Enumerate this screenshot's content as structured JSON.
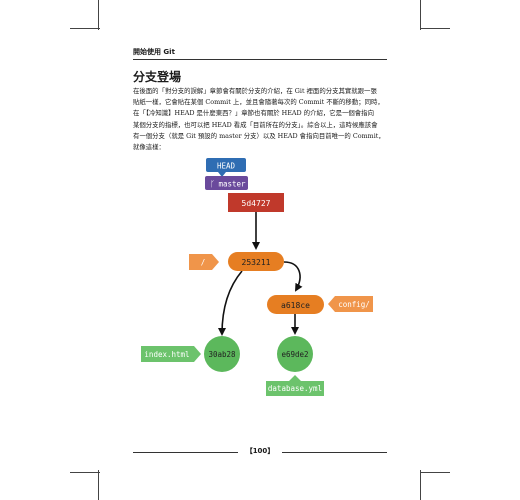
{
  "running_head": "開始使用 Git",
  "section_title": "分支登場",
  "paragraph_lines": [
    "在後面的「對分支的誤解」章節會有關於分支的介紹，在 Git 裡面的分支其實就跟一張",
    "貼紙一樣，它會貼在某個 Commit 上，並且會隨著每次的 Commit 不斷的移動；同時，",
    "在「【冷知識】HEAD 是什麼東西？」章節也有關於 HEAD 的介紹，它是一個會指向",
    "某個分支的指標，也可以把 HEAD 看成「目前所在的分支」。綜合以上，這時候應該會",
    "有一個分支（就是 Git 預設的 master 分支）以及 HEAD 會指向目前唯一的 Commit，",
    "就像這樣："
  ],
  "diagram": {
    "head_label": "HEAD",
    "branch_icon": "branch-icon",
    "branch_glyph": "ᚴ",
    "master_label": "master",
    "commit_top": "5d4727",
    "commit_mid": "253211",
    "commit_right": "a618ce",
    "commit_bottom_left": "30ab28",
    "commit_bottom_right": "e69de2",
    "tag_root": "/",
    "tag_config": "config/",
    "tag_index": "index.html",
    "tag_database": "database.yml",
    "colors": {
      "head": "#2f6db3",
      "master": "#6a4a9c",
      "commit_red": "#c0392b",
      "commit_orange": "#e67e22",
      "commit_green": "#5cb85c",
      "tag_orange": "#f0954a",
      "tag_green": "#6cc36c"
    }
  },
  "page_number": "100"
}
